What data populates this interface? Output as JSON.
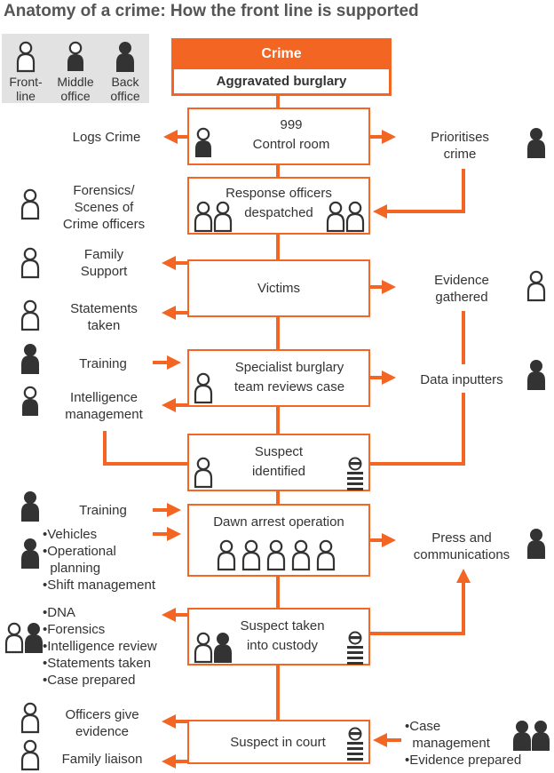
{
  "title": "Anatomy of a crime: How the front line is supported",
  "legend": {
    "front": "Front-\nline",
    "middle": "Middle\noffice",
    "back": "Back\noffice"
  },
  "crime": {
    "heading": "Crime",
    "sub": "Aggravated burglary"
  },
  "stages": {
    "control": "999\nControl room",
    "response": "Response officers\ndespatched",
    "victims": "Victims",
    "specialist": "Specialist burglary\nteam reviews case",
    "suspect": "Suspect\nidentified",
    "dawn": "Dawn arrest operation",
    "custody": "Suspect taken\ninto custody",
    "court": "Suspect in court"
  },
  "labels": {
    "logs": "Logs Crime",
    "prioritises": "Prioritises\ncrime",
    "forensics": "Forensics/\nScenes of\nCrime officers",
    "family_support": "Family\nSupport",
    "statements": "Statements\ntaken",
    "evidence": "Evidence\ngathered",
    "training1": "Training",
    "intelligence": "Intelligence\nmanagement",
    "data_inputters": "Data inputters",
    "training2": "Training",
    "dawn_bullets": "•Vehicles\n•Operational\n  planning\n•Shift management",
    "press": "Press and\ncommunications",
    "custody_bullets": "•DNA\n•Forensics\n•Intelligence review\n•Statements taken\n•Case prepared",
    "officers_evidence": "Officers give\nevidence",
    "family_liaison": "Family liaison",
    "court_bullets": "•Case\n  management\n•Evidence prepared"
  },
  "colors": {
    "accent": "#f26522",
    "icon": "#333333",
    "legend_bg": "#e2e2e2"
  }
}
